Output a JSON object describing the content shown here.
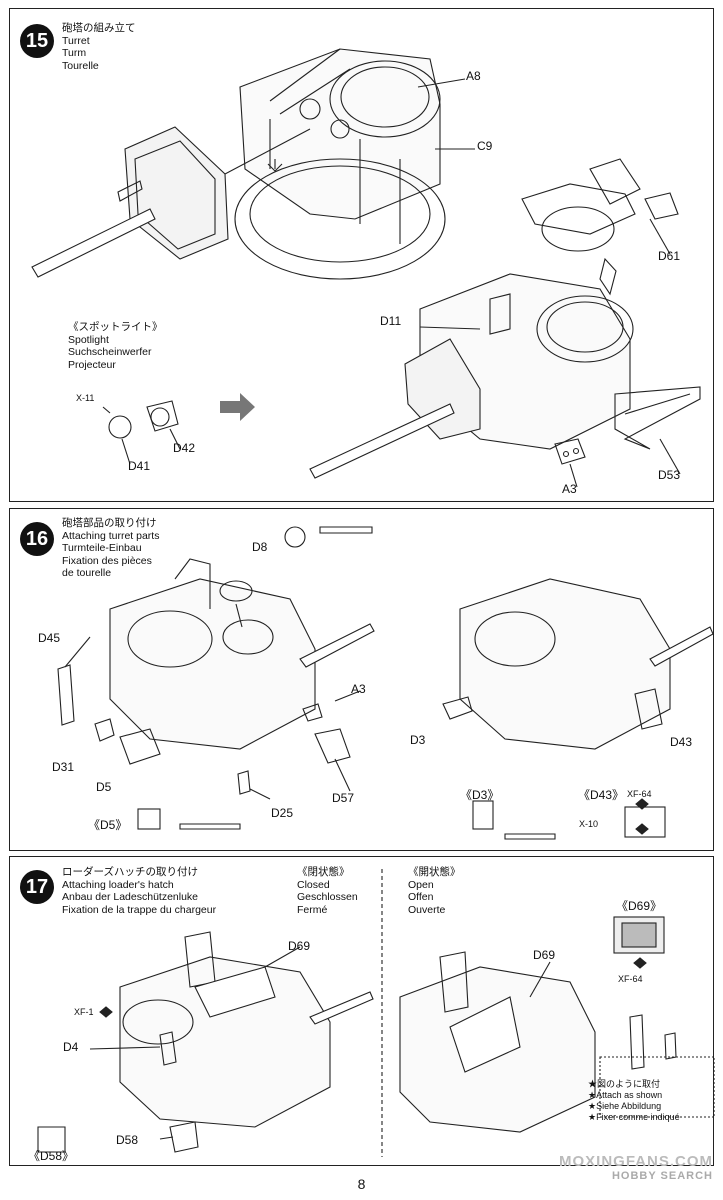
{
  "page_number": "8",
  "steps": [
    {
      "number": "15",
      "title_lines": [
        "砲塔の組み立て",
        "Turret",
        "Turm",
        "Tourelle"
      ],
      "parts": [
        "A8",
        "C9",
        "D61",
        "D11",
        "D53",
        "A3"
      ],
      "sub": {
        "title_lines": [
          "《スポットライト》",
          "Spotlight",
          "Suchscheinwerfer",
          "Projecteur"
        ],
        "parts": [
          "X-11",
          "D42",
          "D41"
        ]
      }
    },
    {
      "number": "16",
      "title_lines": [
        "砲塔部品の取り付け",
        "Attaching turret parts",
        "Turmteile-Einbau",
        "Fixation des pièces",
        "de tourelle"
      ],
      "parts": [
        "D8",
        "D45",
        "A3",
        "D31",
        "D5",
        "D57",
        "D25",
        "D3",
        "D43"
      ],
      "callouts": [
        "《D5》",
        "《D3》",
        "《D43》"
      ],
      "paints": [
        "XF-64",
        "X-10"
      ]
    },
    {
      "number": "17",
      "title_lines": [
        "ローダーズハッチの取り付け",
        "Attaching loader's hatch",
        "Anbau der Ladeschützenluke",
        "Fixation de la trappe du chargeur"
      ],
      "closed_lines": [
        "《閉状態》",
        "Closed",
        "Geschlossen",
        "Fermé"
      ],
      "open_lines": [
        "《開状態》",
        "Open",
        "Offen",
        "Ouverte"
      ],
      "parts": [
        "D69",
        "D4",
        "D58"
      ],
      "paints": [
        "XF-1",
        "XF-64"
      ],
      "callouts": [
        "《D69》",
        "《D58》"
      ],
      "notes": [
        "★図のように取付",
        "★Attach as shown",
        "★Siehe Abbildung",
        "★Fixer comme indiqué"
      ]
    }
  ],
  "watermark": {
    "line1": "MOXINGFANS.COM",
    "line2": "HOBBY SEARCH"
  }
}
